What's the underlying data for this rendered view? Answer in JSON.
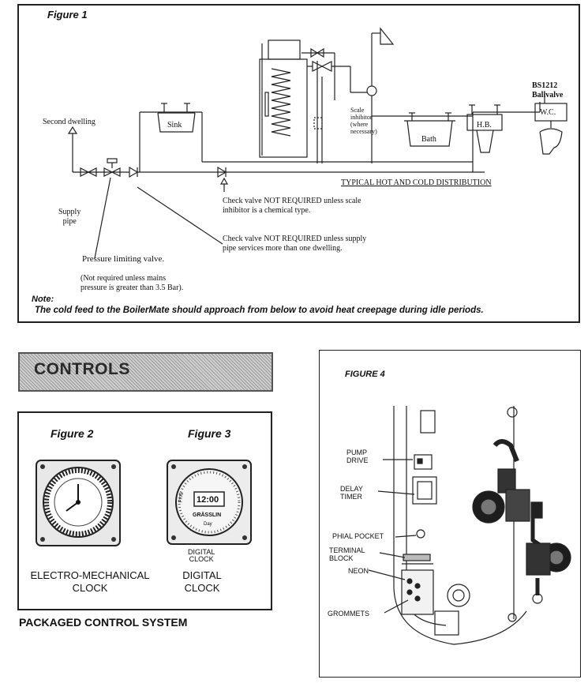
{
  "figure1": {
    "title": "Figure 1",
    "labels": {
      "second_dwelling": "Second dwelling",
      "supply_pipe": "Supply\npipe",
      "sink": "Sink",
      "bath": "Bath",
      "hb": "H.B.",
      "wc": "W.C.",
      "ballvalve": "BS1212\nBallvalve",
      "scale_inhibitor": "Scale\ninhibitor\n(where\nnecessary)",
      "distribution": "TYPICAL HOT AND COLD DISTRIBUTION",
      "check_valve_1": "Check valve NOT REQUIRED unless scale\ninhibitor is a chemical type.",
      "check_valve_2": "Check valve NOT REQUIRED unless supply\npipe services more than one dwelling.",
      "pressure_valve": "Pressure limiting valve.",
      "pressure_note": "(Not required unless mains\npressure is greater than 3.5 Bar)."
    },
    "note_label": "Note:",
    "note_text": "The cold feed to the BoilerMate should approach from below to avoid heat creepage during idle periods."
  },
  "controls_banner": "CONTROLS",
  "figure2": {
    "title": "Figure 2",
    "caption": "ELECTRO-MECHANICAL\nCLOCK"
  },
  "figure3": {
    "title": "Figure 3",
    "display": "12:00",
    "brand": "GRÄSSLIN",
    "left_label": "Prog",
    "bottom_label": "Day",
    "small_caption": "DIGITAL\nCLOCK",
    "caption": "DIGITAL\nCLOCK"
  },
  "packaged_title": "PACKAGED CONTROL SYSTEM",
  "figure4": {
    "title": "FIGURE 4",
    "labels": {
      "pump_drive": "PUMP\nDRIVE",
      "delay_timer": "DELAY\nTIMER",
      "phial_pocket": "PHIAL POCKET",
      "terminal_block": "TERMINAL\nBLOCK",
      "neon": "NEON",
      "grommets": "GROMMETS"
    }
  }
}
